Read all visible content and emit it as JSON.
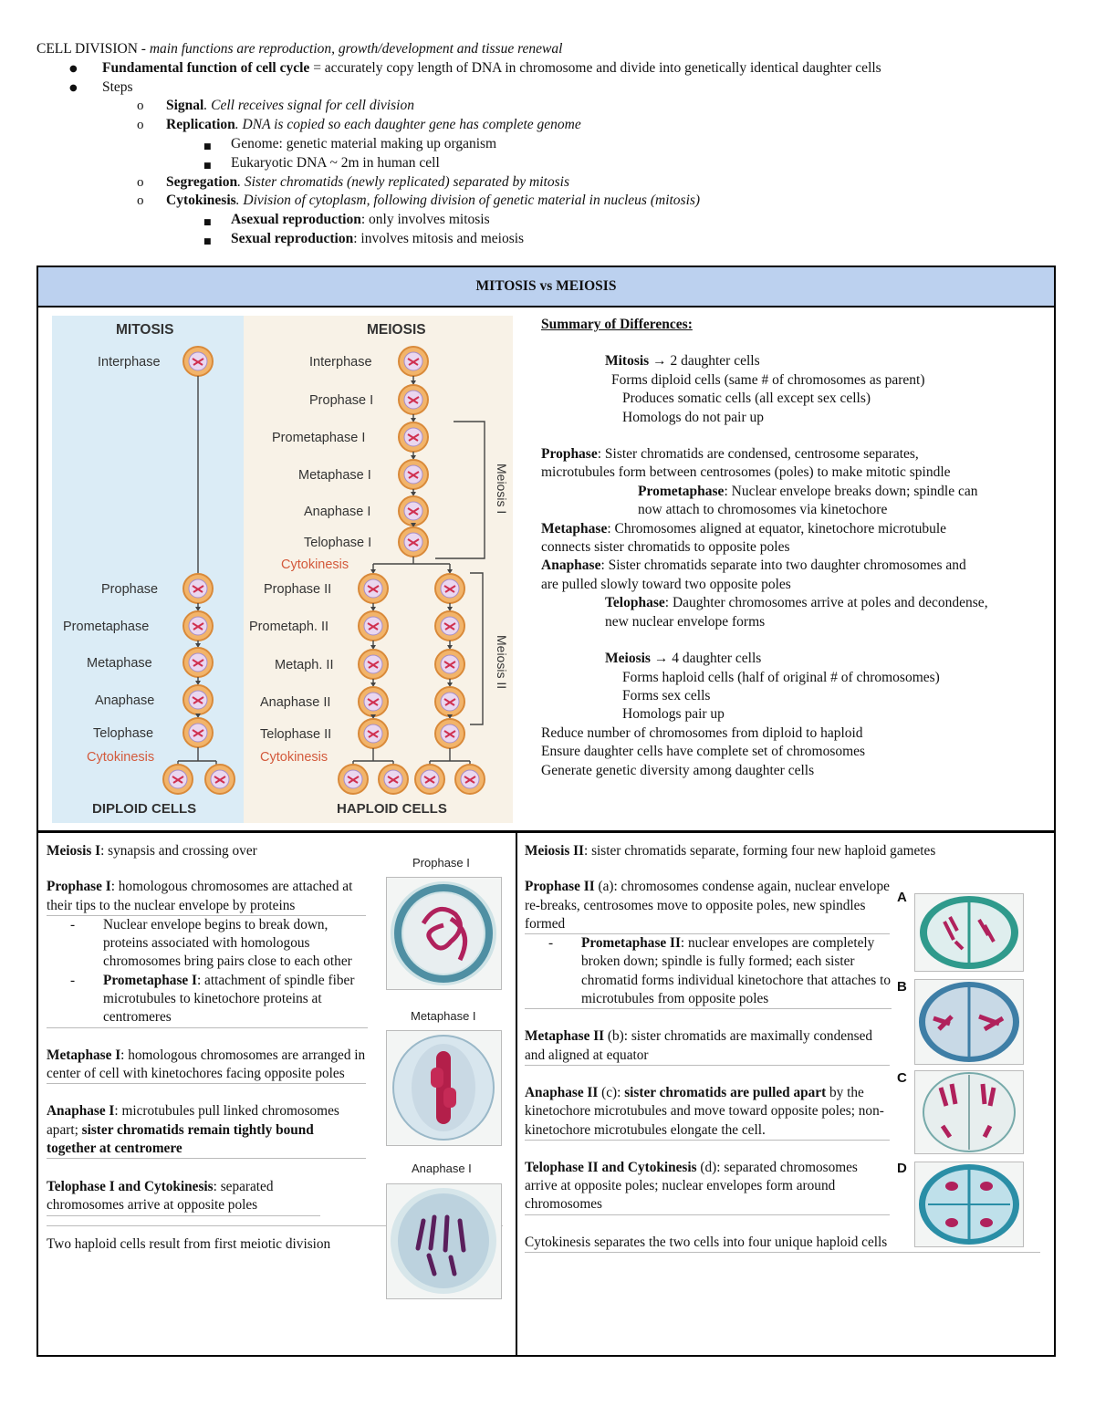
{
  "intro": {
    "title": "CELL DIVISION",
    "title_dash": " - ",
    "title_italic": "main functions are reproduction, growth/development and tissue renewal",
    "fundamental_bold": "Fundamental function of cell cycle",
    "fundamental_text": " = accurately copy length of DNA in chromosome and divide into genetically identical daughter cells",
    "steps": "Steps",
    "signal_bold": "Signal",
    "signal_text": ". Cell receives signal for cell division",
    "replication_bold": "Replication",
    "replication_text": ". DNA is copied so each daughter gene has complete genome",
    "genome": "Genome: genetic material making up organism",
    "eukaryotic": "Eukaryotic DNA ~ 2m in human cell",
    "segregation_bold": "Segregation",
    "segregation_text": ". Sister chromatids (newly replicated) separated by mitosis",
    "cytokinesis_bold": "Cytokinesis",
    "cytokinesis_text": ". Division of cytoplasm, following division of genetic material in nucleus (mitosis)",
    "asexual_bold": "Asexual reproduction",
    "asexual_text": ": only involves mitosis",
    "sexual_bold": "Sexual reproduction",
    "sexual_text": ": involves mitosis and meiosis"
  },
  "table_header": "MITOSIS vs MEIOSIS",
  "diagram": {
    "mitosis_title": "MITOSIS",
    "meiosis_title": "MEIOSIS",
    "mitosis_top": "Interphase",
    "mitosis_stages": [
      "Prophase",
      "Prometaphase",
      "Metaphase",
      "Anaphase",
      "Telophase"
    ],
    "mitosis_cyto": "Cytokinesis",
    "mitosis_footer": "DIPLOID CELLS",
    "meiosis1_stages": [
      "Interphase",
      "Prophase I",
      "Prometaphase I",
      "Metaphase I",
      "Anaphase I",
      "Telophase I"
    ],
    "meiosis1_cyto": "Cytokinesis",
    "meiosis2_stages": [
      "Prophase II",
      "Prometaph. II",
      "Metaph. II",
      "Anaphase II",
      "Telophase II"
    ],
    "meiosis2_cyto": "Cytokinesis",
    "meiosis_footer": "HAPLOID CELLS",
    "bracket1": "Meiosis I",
    "bracket2": "Meiosis II"
  },
  "summary": {
    "heading": "Summary of Differences:",
    "mitosis_bold": "Mitosis",
    "mitosis_arrow": " → 2 daughter cells",
    "m1": "Forms diploid cells (same # of chromosomes as parent)",
    "m2": "Produces somatic cells (all except sex cells)",
    "m3": "Homologs do not pair up",
    "prophase_bold": "Prophase",
    "prophase_text1": ": Sister chromatids are condensed, centrosome separates,",
    "prophase_text2": "microtubules form between centrosomes (poles) to make mitotic spindle",
    "prometa_bold": "Prometaphase",
    "prometa_text1": ": Nuclear envelope breaks down; spindle can",
    "prometa_text2": "now attach to chromosomes via kinetochore",
    "metaphase_bold": "Metaphase",
    "metaphase_text1": ": Chromosomes aligned at equator, kinetochore microtubule",
    "metaphase_text2": "connects sister chromatids to opposite poles",
    "anaphase_bold": "Anaphase",
    "anaphase_text1": ": Sister chromatids separate into two daughter chromosomes and",
    "anaphase_text2": "are pulled slowly toward two opposite poles",
    "telophase_bold": "Telophase",
    "telophase_text1": ": Daughter chromosomes arrive at poles and decondense,",
    "telophase_text2": "new nuclear envelope forms",
    "meiosis_bold": "Meiosis",
    "meiosis_arrow": " → 4 daughter cells",
    "e1": "Forms haploid cells (half of original # of chromosomes)",
    "e2": "Forms sex cells",
    "e3": "Homologs pair up",
    "r1": "Reduce number of chromosomes from diploid to haploid",
    "r2": "Ensure daughter cells have complete set of chromosomes",
    "r3": "Generate genetic diversity among daughter cells"
  },
  "meiosis1": {
    "title_bold": "Meiosis I",
    "title_text": ": synapsis and crossing over",
    "pro_bold": "Prophase I",
    "pro_text": ": homologous chromosomes are attached at their tips to the nuclear envelope by proteins",
    "pro_sub": "Nuclear envelope begins to break down, proteins associated with homologous chromosomes bring pairs close to each other",
    "prometa_bold": "Prometaphase I",
    "prometa_text": ": attachment of spindle fiber microtubules to kinetochore proteins at centromeres",
    "meta_bold": "Metaphase I",
    "meta_text": ": homologous chromosomes are arranged in center of cell with kinetochores facing opposite poles",
    "ana_bold": "Anaphase I",
    "ana_text": ": microtubules pull linked chromosomes apart; ",
    "ana_bold2": "sister chromatids remain tightly bound together at centromere",
    "telo_bold": "Telophase I and Cytokinesis",
    "telo_text": ": separated chromosomes arrive at opposite poles",
    "result": "Two haploid cells result from first meiotic division",
    "photo1": "Prophase I",
    "photo2": "Metaphase I",
    "photo3": "Anaphase I"
  },
  "meiosis2": {
    "title_bold": "Meiosis II",
    "title_text": ": sister chromatids separate, forming four new haploid gametes",
    "pro_bold": "Prophase II",
    "pro_text": " (a): chromosomes condense again, nuclear envelope re-breaks, centrosomes move to opposite poles, new spindles formed",
    "prometa_bold": "Prometaphase II",
    "prometa_text": ": nuclear envelopes are completely broken down; spindle is fully formed; each sister chromatid forms individual kinetochore that attaches to microtubules from opposite poles",
    "meta_bold": "Metaphase II",
    "meta_text": " (b): sister chromatids are maximally condensed and aligned at equator",
    "ana_bold": "Anaphase II",
    "ana_text1": " (c): ",
    "ana_bold2": "sister chromatids are pulled apart",
    "ana_text2": " by the kinetochore microtubules and move toward opposite poles; non-kinetochore microtubules elongate the cell.",
    "telo_bold": "Telophase II and Cytokinesis",
    "telo_text": " (d): separated chromosomes arrive at opposite poles; nuclear envelopes form around chromosomes",
    "final": "Cytokinesis separates the two cells into four unique haploid cells",
    "letters": [
      "A",
      "B",
      "C",
      "D"
    ]
  },
  "colors": {
    "header_bg": "#bcd1ef",
    "mitosis_bg": "#dbecf6",
    "meiosis_bg": "#f8f2e7",
    "cyto": "#d35a3c",
    "cell": "#f2b46a"
  }
}
